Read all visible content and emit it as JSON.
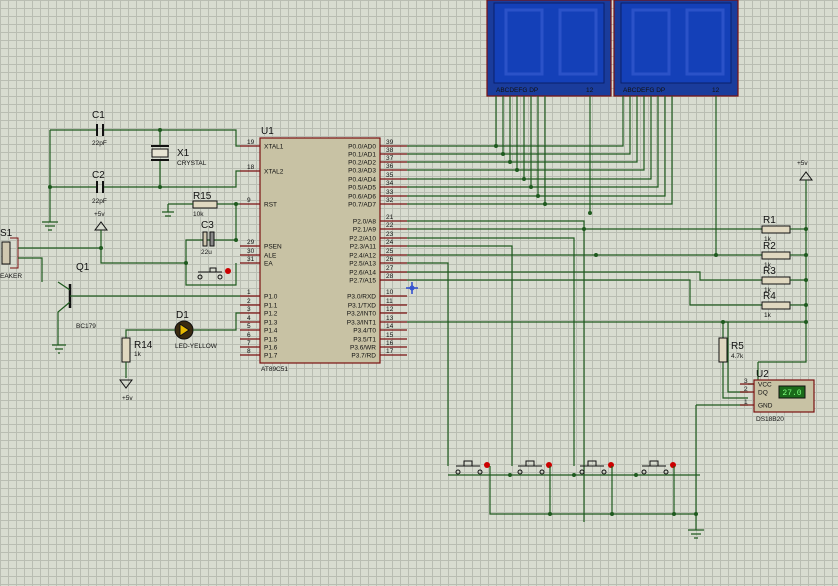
{
  "seg_labels": [
    "ABCDEFG  DP",
    "12"
  ],
  "u1": {
    "ref": "U1",
    "part": "AT89C51",
    "left_pins": [
      {
        "num": "19",
        "name": "XTAL1"
      },
      {
        "num": "18",
        "name": "XTAL2"
      },
      {
        "num": "9",
        "name": "RST"
      },
      {
        "num": "29",
        "name": "PSEN"
      },
      {
        "num": "30",
        "name": "ALE"
      },
      {
        "num": "31",
        "name": "EA"
      },
      {
        "num": "1",
        "name": "P1.0"
      },
      {
        "num": "2",
        "name": "P1.1"
      },
      {
        "num": "3",
        "name": "P1.2"
      },
      {
        "num": "4",
        "name": "P1.3"
      },
      {
        "num": "5",
        "name": "P1.4"
      },
      {
        "num": "6",
        "name": "P1.5"
      },
      {
        "num": "7",
        "name": "P1.6"
      },
      {
        "num": "8",
        "name": "P1.7"
      }
    ],
    "right_pins": [
      {
        "num": "39",
        "name": "P0.0/AD0"
      },
      {
        "num": "38",
        "name": "P0.1/AD1"
      },
      {
        "num": "37",
        "name": "P0.2/AD2"
      },
      {
        "num": "36",
        "name": "P0.3/AD3"
      },
      {
        "num": "35",
        "name": "P0.4/AD4"
      },
      {
        "num": "34",
        "name": "P0.5/AD5"
      },
      {
        "num": "33",
        "name": "P0.6/AD6"
      },
      {
        "num": "32",
        "name": "P0.7/AD7"
      },
      {
        "num": "21",
        "name": "P2.0/A8"
      },
      {
        "num": "22",
        "name": "P2.1/A9"
      },
      {
        "num": "23",
        "name": "P2.2/A10"
      },
      {
        "num": "24",
        "name": "P2.3/A11"
      },
      {
        "num": "25",
        "name": "P2.4/A12"
      },
      {
        "num": "26",
        "name": "P2.5/A13"
      },
      {
        "num": "27",
        "name": "P2.6/A14"
      },
      {
        "num": "28",
        "name": "P2.7/A15"
      },
      {
        "num": "10",
        "name": "P3.0/RXD"
      },
      {
        "num": "11",
        "name": "P3.1/TXD"
      },
      {
        "num": "12",
        "name": "P3.2/INT0"
      },
      {
        "num": "13",
        "name": "P3.3/INT1"
      },
      {
        "num": "14",
        "name": "P3.4/T0"
      },
      {
        "num": "15",
        "name": "P3.5/T1"
      },
      {
        "num": "16",
        "name": "P3.6/WR"
      },
      {
        "num": "17",
        "name": "P3.7/RD"
      }
    ]
  },
  "c1": {
    "ref": "C1",
    "value": "22pF"
  },
  "c2": {
    "ref": "C2",
    "value": "22pF"
  },
  "x1": {
    "ref": "X1",
    "value": "CRYSTAL"
  },
  "r15": {
    "ref": "R15",
    "value": "10k"
  },
  "c3": {
    "ref": "C3",
    "value": "22u"
  },
  "q1": {
    "ref": "Q1",
    "value": "BC179"
  },
  "d1": {
    "ref": "D1",
    "value": "LED-YELLOW"
  },
  "r14": {
    "ref": "R14",
    "value": "1k"
  },
  "speaker": {
    "ref": "S1",
    "value": "EAKER"
  },
  "pwr_label": "+5v",
  "resistors": [
    {
      "ref": "R1",
      "value": "1k"
    },
    {
      "ref": "R2",
      "value": "1k"
    },
    {
      "ref": "R3",
      "value": "1k"
    },
    {
      "ref": "R4",
      "value": "1k"
    }
  ],
  "r5": {
    "ref": "R5",
    "value": "4.7k"
  },
  "u2": {
    "ref": "U2",
    "part": "DS18B20",
    "readout": "27.0",
    "pins": [
      {
        "num": "3",
        "name": "VCC"
      },
      {
        "num": "2",
        "name": "DQ"
      },
      {
        "num": "1",
        "name": "GND"
      }
    ]
  }
}
